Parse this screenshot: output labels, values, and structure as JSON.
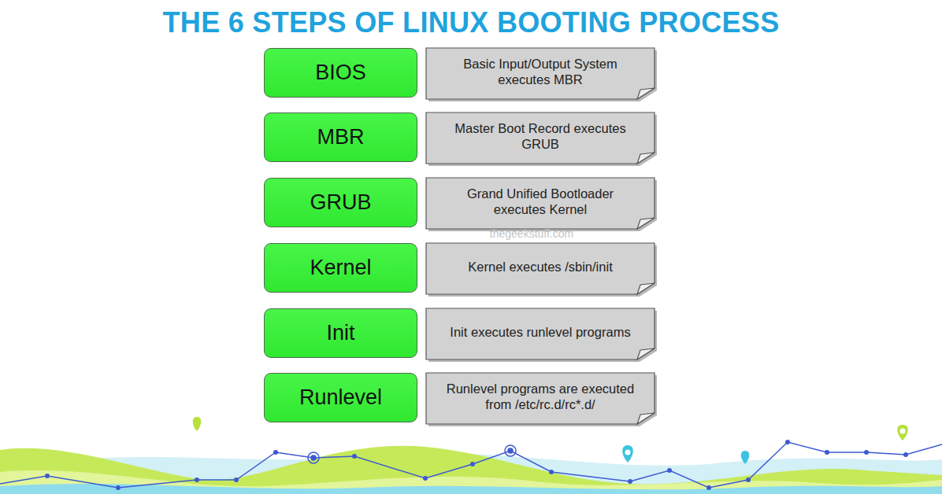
{
  "diagram": {
    "title": "THE 6 STEPS OF LINUX BOOTING PROCESS",
    "nodes": [
      {
        "text": [
          "BIOS"
        ]
      },
      {
        "text": [
          "Basic Input/Output System executes MBR"
        ]
      },
      {
        "text": [
          "MBR"
        ]
      },
      {
        "text": [
          "Master Boot Record executes GRUB"
        ]
      },
      {
        "text": [
          "GRUB"
        ]
      },
      {
        "text": [
          "Grand Unified Bootloader executes Kernel"
        ]
      },
      {
        "text": [
          "Kernel"
        ]
      },
      {
        "text": [
          "Kernel executes /sbin/init"
        ]
      },
      {
        "text": [
          "Init"
        ]
      },
      {
        "text": [
          "Init executes runlevel programs"
        ]
      },
      {
        "text": [
          "Runlevel"
        ]
      },
      {
        "text": [
          "Runlevel programs are executed from /etc/rc.d/rc*.d/"
        ]
      }
    ],
    "labels": [
      "thegeekstuff.com"
    ]
  }
}
